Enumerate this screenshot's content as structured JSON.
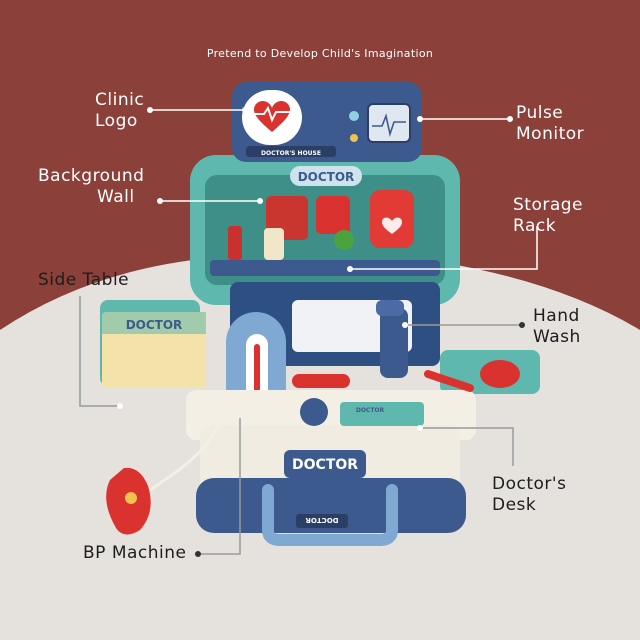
{
  "headline": "Pretend to Develop Child's Imagination",
  "labels": {
    "clinic_logo": "Clinic\nLogo",
    "pulse_monitor": "Pulse\nMonitor",
    "background_wall": "Background\n          Wall",
    "storage_rack": "Storage\nRack",
    "side_table": "Side Table",
    "hand_wash": "Hand\nWash",
    "doctors_desk": "Doctor's\nDesk",
    "bp_machine": "BP Machine"
  },
  "toy_text": {
    "top_sign": "DOCTOR",
    "house_plate": "DOCTOR'S HOUSE",
    "desk_sign": "DOCTOR",
    "handle_sign": "DOCTOR",
    "side_box": "DOCTOR",
    "tray": "DOCTOR"
  },
  "colors": {
    "backdrop": "#8c403a",
    "floor": "#e5e1dc",
    "teal": "#5fb8ad",
    "navy": "#3d5a8e",
    "red": "#d9322f",
    "cream": "#f4efe4"
  }
}
